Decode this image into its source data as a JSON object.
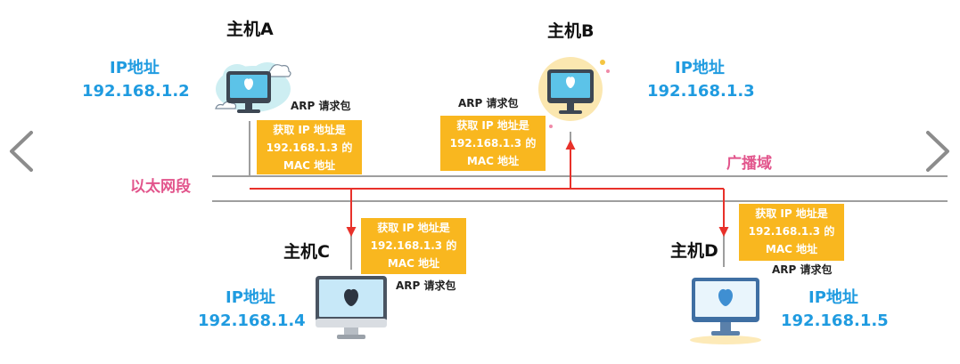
{
  "network_label": "以太网段",
  "broadcast_label": "广播域",
  "hosts": [
    {
      "name": "主机A",
      "ip_label": "IP地址",
      "ip": "192.168.1.2"
    },
    {
      "name": "主机B",
      "ip_label": "IP地址",
      "ip": "192.168.1.3"
    },
    {
      "name": "主机C",
      "ip_label": "IP地址",
      "ip": "192.168.1.4"
    },
    {
      "name": "主机D",
      "ip_label": "IP地址",
      "ip": "192.168.1.5"
    }
  ],
  "arp_label": "ARP  请求包",
  "packet_text": [
    "获取 IP 地址是",
    "192.168.1.3 的",
    "MAC 地址"
  ],
  "colors": {
    "ip_text": "#1f9be0",
    "packet_bg": "#f9b71f",
    "broadcast_line": "#e8312a",
    "label_pink": "#e2558c",
    "ethernet_line": "#9e9e9e",
    "nav_arrow": "#8c8c8c"
  },
  "icons": [
    "chevron-left-icon",
    "chevron-right-icon",
    "monitor-icon",
    "apple-logo-icon",
    "cloud-icon"
  ]
}
